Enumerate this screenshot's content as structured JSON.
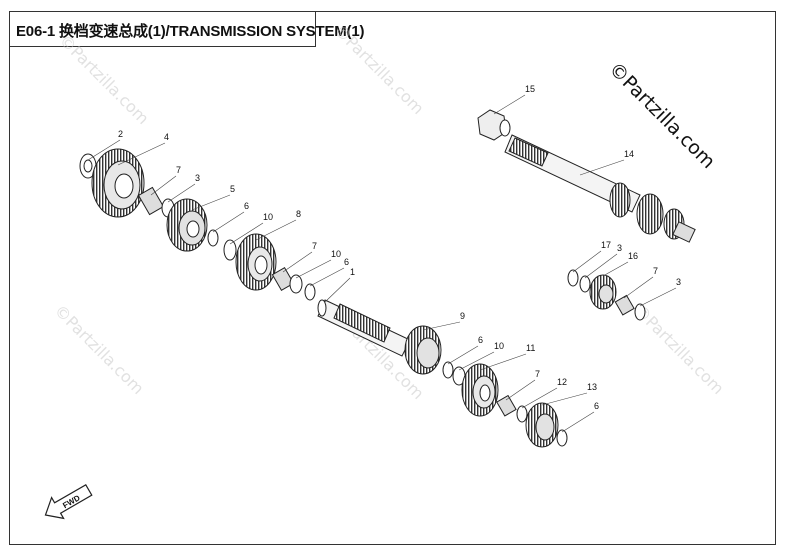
{
  "title": "E06-1 换档变速总成(1)/TRANSMISSION SYSTEM(1)",
  "watermark": "©Partzilla.com",
  "fwd_label": "FWD",
  "callouts": [
    "1",
    "2",
    "3",
    "3",
    "3",
    "4",
    "5",
    "6",
    "6",
    "6",
    "6",
    "7",
    "7",
    "7",
    "7",
    "8",
    "9",
    "10",
    "10",
    "10",
    "11",
    "12",
    "13",
    "14",
    "15",
    "16",
    "17"
  ]
}
